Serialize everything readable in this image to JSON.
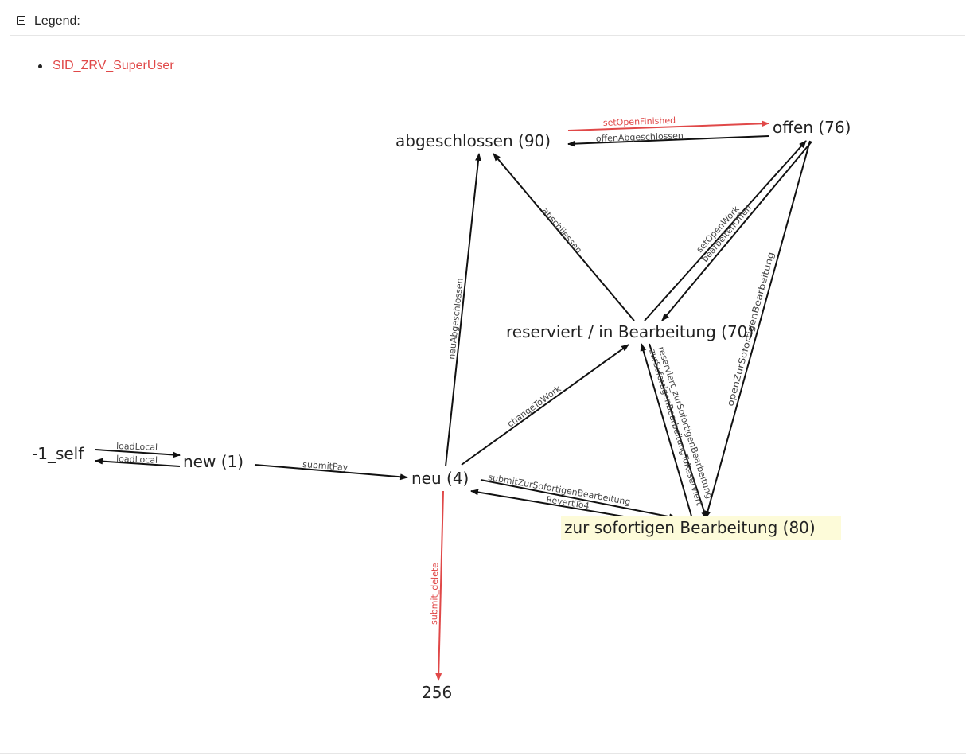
{
  "legend": {
    "title": "Legend:",
    "items": [
      "SID_ZRV_SuperUser"
    ]
  },
  "colors": {
    "highlight_edge": "#e04848",
    "normal_edge": "#111111",
    "node_highlight_bg": "#fdfbd9"
  },
  "diagram": {
    "nodes": {
      "abgeschlossen": "abgeschlossen (90)",
      "offen": "offen (76)",
      "reserviert": "reserviert / in Bearbeitung (70)",
      "self": "-1_self",
      "new": "new (1)",
      "neu": "neu (4)",
      "sofort": "zur sofortigen Bearbeitung (80)",
      "n256": "256"
    },
    "edges": {
      "setOpenFinished": "setOpenFinished",
      "offenAbgeschlossen": "offenAbgeschlossen",
      "abschliessen": "abschliessen",
      "setOpenWork": "setOpenWork",
      "bearbeitenOffen": "bearbeitenOffen",
      "openZurSofortigenBearbeitung": "openZurSofortigenBearbeitung",
      "neuAbgeschlossen": "neuAbgeschlossen",
      "changeToWork": "changeToWork",
      "reserviertZurSofortigenBearbeitung": "reserviert_zurSofortigenBearbeitung",
      "sofortigenBearbeitungToReserviert": "zurSofortigenBearbeitungToReserviert",
      "loadLocal1": "loadLocal",
      "loadLocal2": "loadLocal",
      "submitPay": "submitPay",
      "submitZurSofortigenBearbeitung": "submitZurSofortigenBearbeitung",
      "revertTo4": "RevertTo4",
      "submitDelete": "submit_delete"
    }
  }
}
